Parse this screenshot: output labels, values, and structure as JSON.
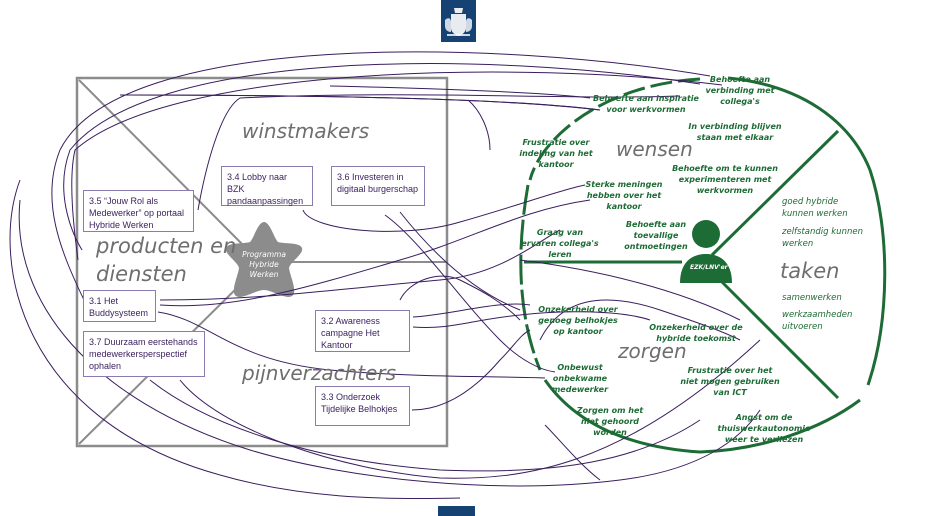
{
  "header": {
    "logo": "rijksoverheid-coat-of-arms-icon"
  },
  "colors": {
    "green": "#1d6b35",
    "purple": "#3a1e5e",
    "gray": "#8c8c8c",
    "logo_blue": "#154273"
  },
  "canvas": {
    "sections": {
      "winstmakers": "winstmakers",
      "producten": "producten en",
      "diensten": "diensten",
      "pijnverzachters": "pijnverzachters"
    },
    "star": {
      "line1": "Programma",
      "line2": "Hybride",
      "line3": "Werken"
    },
    "boxes": [
      {
        "id": "3.5",
        "text": "3.5 “Jouw Rol als Medewerker” op portaal Hybride Werken"
      },
      {
        "id": "3.4",
        "text": "3.4 Lobby naar BZK pandaanpassingen"
      },
      {
        "id": "3.6",
        "text": "3.6 Investeren in digitaal burgerschap"
      },
      {
        "id": "3.1",
        "text": "3.1 Het Buddysysteem"
      },
      {
        "id": "3.7",
        "text": "3.7 Duurzaam eerstehands medewerkersperspectief ophalen"
      },
      {
        "id": "3.2",
        "text": "3.2 Awareness campagne Het Kantoor"
      },
      {
        "id": "3.3",
        "text": "3.3 Onderzoek Tijdelijke Belhokjes"
      }
    ]
  },
  "profile": {
    "person_label": "EZK/LNV'er",
    "sections": {
      "wensen": "wensen",
      "taken": "taken",
      "zorgen": "zorgen"
    },
    "wensen": [
      "Behoefte aan verbinding met collega's",
      "Behoefte aan inspiratie voor werkvormen",
      "In verbinding blijven staan met elkaar",
      "Frustratie over indeling van het kantoor",
      "Behoefte om te kunnen experimenteren met werkvormen",
      "Sterke meningen hebben over het kantoor",
      "Behoefte aan toevallige ontmoetingen",
      "Graag van ervaren collega's leren"
    ],
    "taken": [
      "goed hybride kunnen werken",
      "zelfstandig  kunnen werken",
      "samenwerken",
      "werkzaamheden uitvoeren"
    ],
    "zorgen": [
      "Onzekerheid over genoeg belhokjes op kantoor",
      "Onzekerheid over de hybride toekomst",
      "Onbewust onbekwame medewerker",
      "Frustratie over het niet mogen gebruiken van ICT",
      "Zorgen om het niet gehoord worden",
      "Angst om de thuiswerkautonomie weer te verliezen"
    ]
  }
}
